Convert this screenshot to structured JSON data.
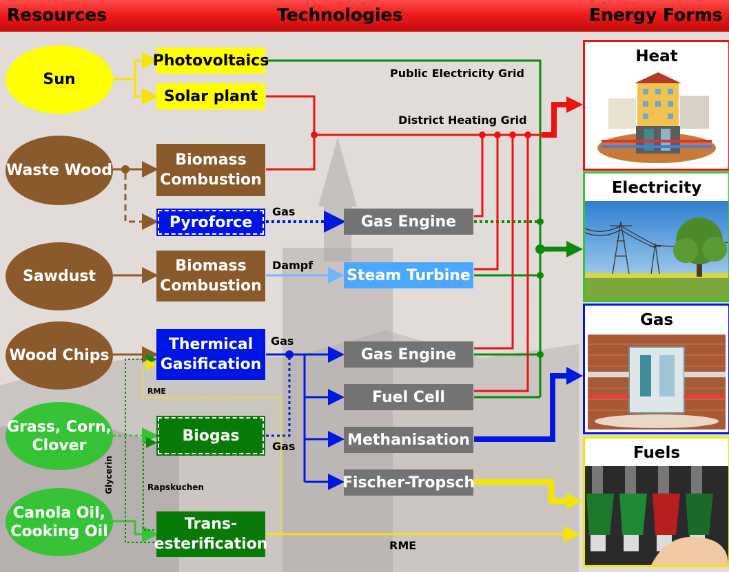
{
  "header": {
    "resources": "Resources",
    "technologies": "Technologies",
    "energy_forms": "Energy Forms"
  },
  "resources": {
    "sun": "Sun",
    "waste_wood": "Waste Wood",
    "sawdust": "Sawdust",
    "wood_chips": "Wood Chips",
    "grass": "Grass, Corn, Clover",
    "canola": "Canola Oil, Cooking Oil"
  },
  "technologies": {
    "photovoltaics": "Photovoltaics",
    "solar_plant": "Solar plant",
    "biomass_combustion_1": "Biomass Combustion",
    "pyroforce": "Pyroforce",
    "biomass_combustion_2": "Biomass Combustion",
    "thermical_gasification": "Thermical Gasification",
    "biogas": "Biogas",
    "transesterification": "Trans-esterification",
    "gas_engine_1": "Gas Engine",
    "steam_turbine": "Steam Turbine",
    "gas_engine_2": "Gas Engine",
    "fuel_cell": "Fuel Cell",
    "methanisation": "Methanisation",
    "fischer_tropsch": "Fischer-Tropsch"
  },
  "flow_labels": {
    "public_grid": "Public Electricity Grid",
    "district_heating": "District Heating Grid",
    "gas_pyro": "Gas",
    "dampf": "Dampf",
    "gas_thermical": "Gas",
    "gas_biogas": "Gas",
    "rme_small": "RME",
    "rapskuchen": "Rapskuchen",
    "glycerin": "Glycerin",
    "rme_bottom": "RME"
  },
  "energy_forms": {
    "heat": "Heat",
    "electricity": "Electricity",
    "gas": "Gas",
    "fuels": "Fuels"
  },
  "colors": {
    "electricity": "#0a8a0a",
    "heat": "#ee1111",
    "gas": "#0018e0",
    "fuel": "#f2e600",
    "wood": "#8b5a2b",
    "steam": "#6fb6ff"
  }
}
